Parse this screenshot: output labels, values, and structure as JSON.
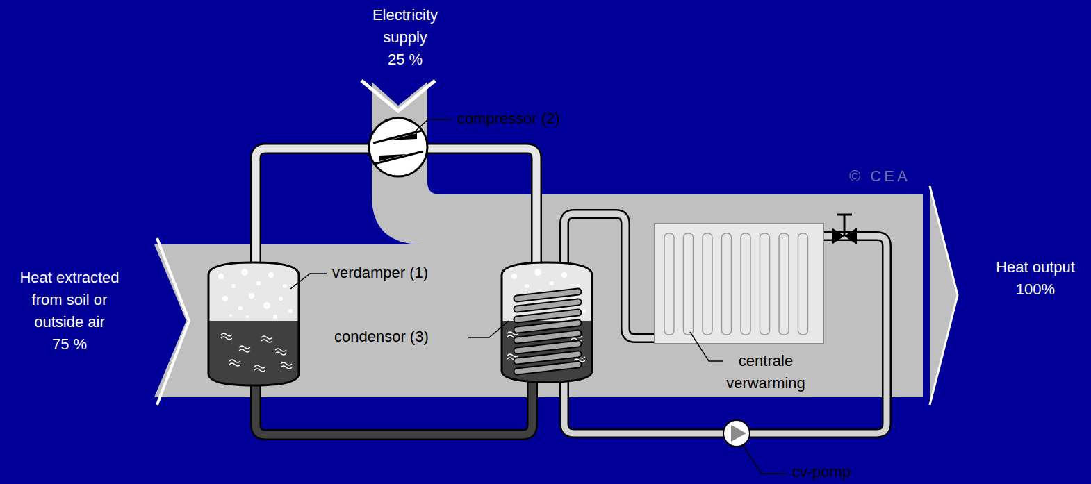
{
  "diagram": {
    "labels": [
      "Electricity supply 25 %",
      "compressor (2)",
      "© CEA",
      "Heat extracted from soil or outside air 75 %",
      "verdamper (1)",
      "condensor (3)",
      "centrale verwarming",
      "Heat output 100%",
      "cv-pomp"
    ]
  }
}
